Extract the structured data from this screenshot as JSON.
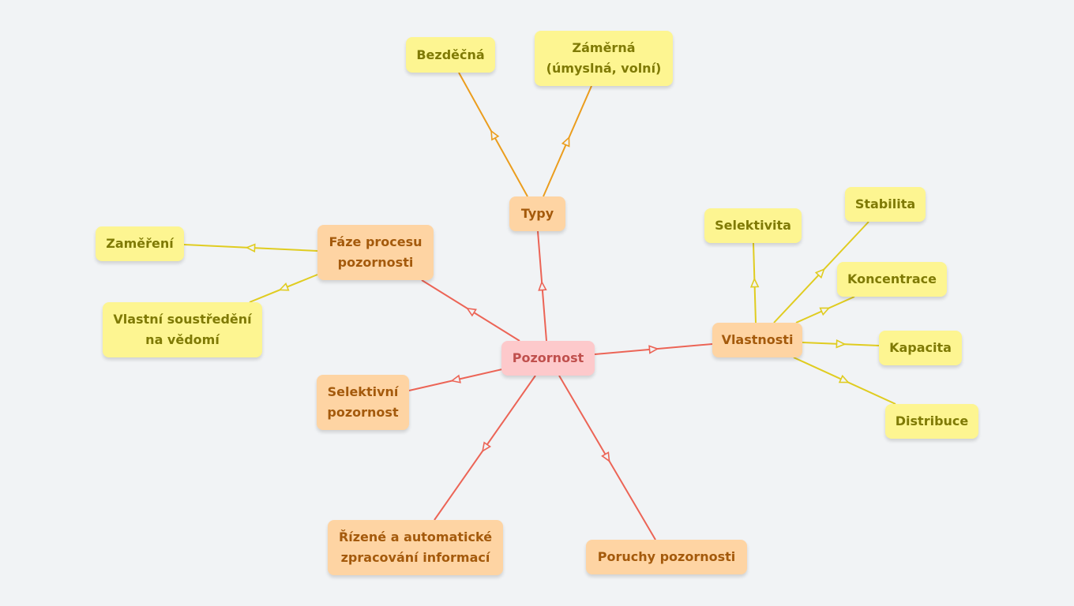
{
  "colors": {
    "background": "#f1f3f5",
    "root_edge": "#ec6456",
    "types_edge": "#eb9d1d",
    "yellow_edge": "#e0cc20"
  },
  "nodes": {
    "root": "Pozornost",
    "typy": "Typy",
    "bezdecna": "Bezděčná",
    "zamerna": "Záměrná\n(úmyslná, volní)",
    "faze": "Fáze procesu\npozornosti",
    "zamereni": "Zaměření",
    "vlastni": "Vlastní soustředění\nna vědomí",
    "selektivni": "Selektivní\npozornost",
    "rizene": "Řízené a automatické\nzpracování informací",
    "poruchy": "Poruchy pozornosti",
    "vlastnosti": "Vlastnosti",
    "selektivita": "Selektivita",
    "stabilita": "Stabilita",
    "koncentrace": "Koncentrace",
    "kapacita": "Kapacita",
    "distribuce": "Distribuce"
  }
}
